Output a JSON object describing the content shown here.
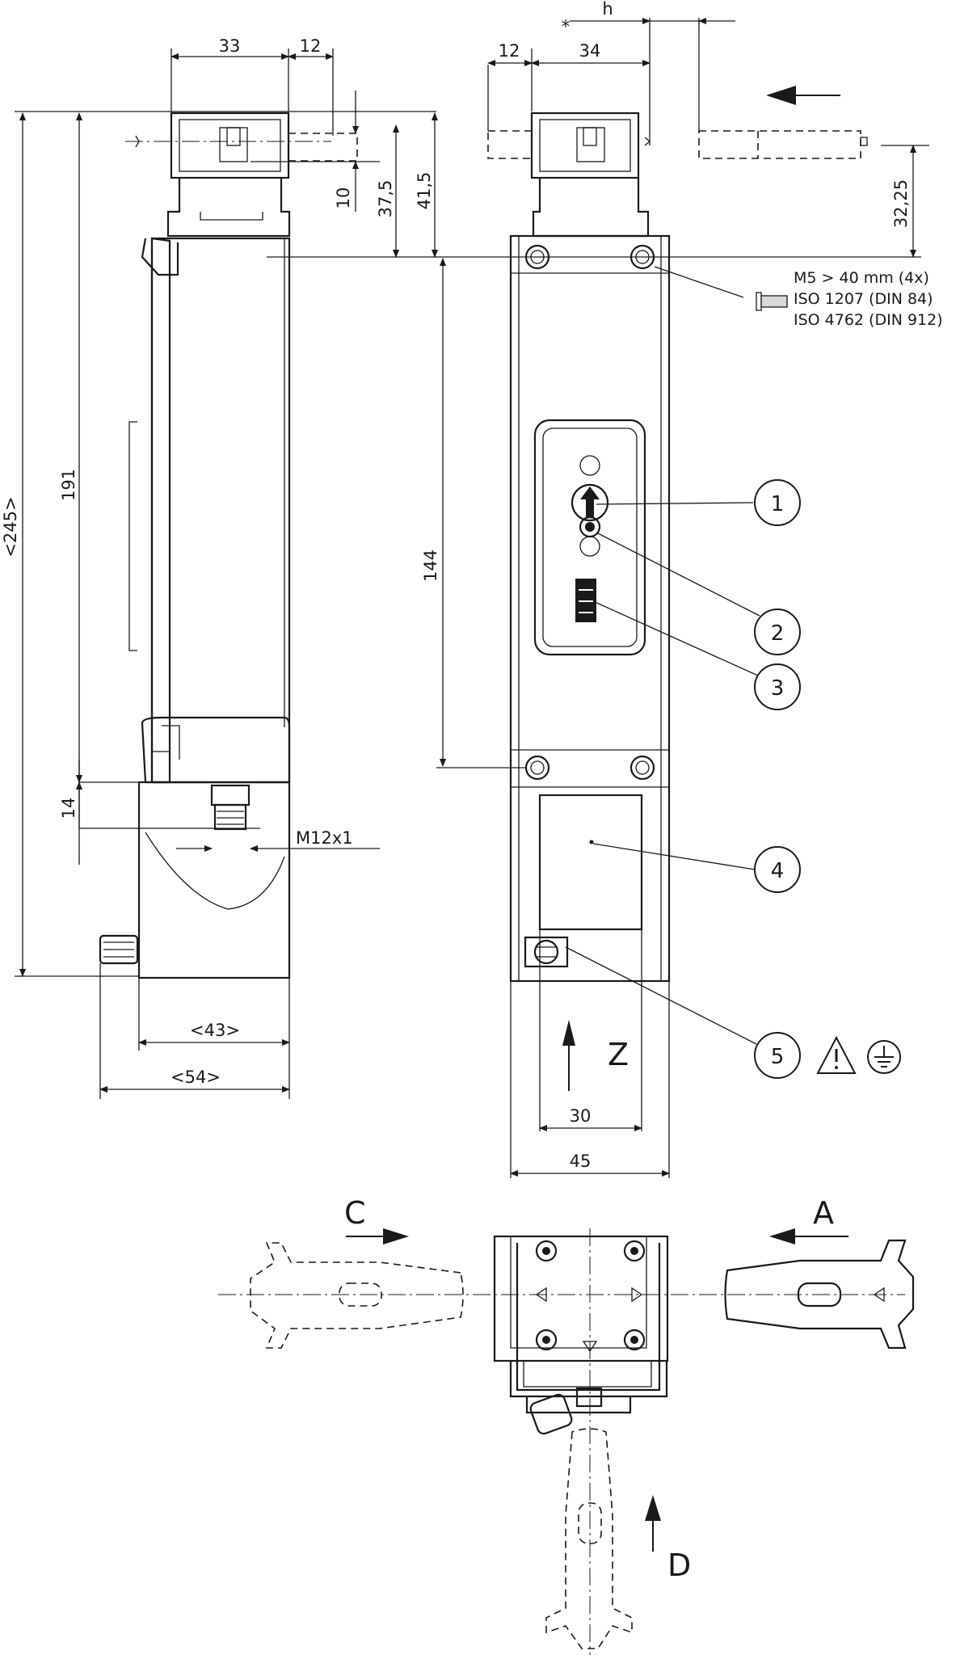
{
  "dimensions": {
    "side_width_33": "33",
    "side_width_12": "12",
    "side_height_10": "10",
    "side_height_37_5": "37,5",
    "side_height_41_5": "41,5",
    "side_height_245": "<245>",
    "side_height_191": "191",
    "side_height_14": "14",
    "side_width_43": "<43>",
    "side_width_54": "<54>",
    "front_width_12": "12",
    "front_width_34": "34",
    "front_h": "h",
    "front_star": "*",
    "front_height_32_25": "32,25",
    "front_height_144": "144",
    "front_width_30": "30",
    "front_width_45": "45"
  },
  "connector_label": "M12x1",
  "screw_note": {
    "line1": "M5 > 40 mm (4x)",
    "line2": "ISO 1207 (DIN 84)",
    "line3": "ISO 4762 (DIN 912)"
  },
  "callouts": [
    "1",
    "2",
    "3",
    "4",
    "5"
  ],
  "view_z_label": "Z",
  "actuating_directions": {
    "c": "C",
    "a": "A",
    "d": "D"
  },
  "icons": [
    "warning-icon",
    "ground-icon",
    "screw-icon",
    "arrow-icon"
  ]
}
